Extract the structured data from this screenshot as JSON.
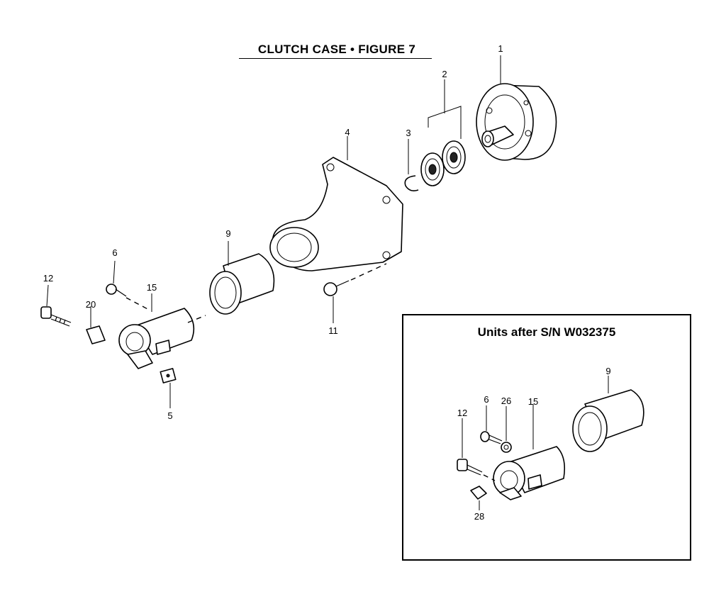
{
  "title": "CLUTCH CASE  •  FIGURE 7",
  "inset": {
    "title": "Units after S/N W032375"
  },
  "callouts": {
    "c1": "1",
    "c2": "2",
    "c3": "3",
    "c4": "4",
    "c5": "5",
    "c6": "6",
    "c9": "9",
    "c11": "11",
    "c12": "12",
    "c15": "15",
    "c20": "20",
    "i6": "6",
    "i9": "9",
    "i12": "12",
    "i15": "15",
    "i26": "26",
    "i28": "28"
  },
  "colors": {
    "line": "#000000",
    "background": "#ffffff"
  }
}
